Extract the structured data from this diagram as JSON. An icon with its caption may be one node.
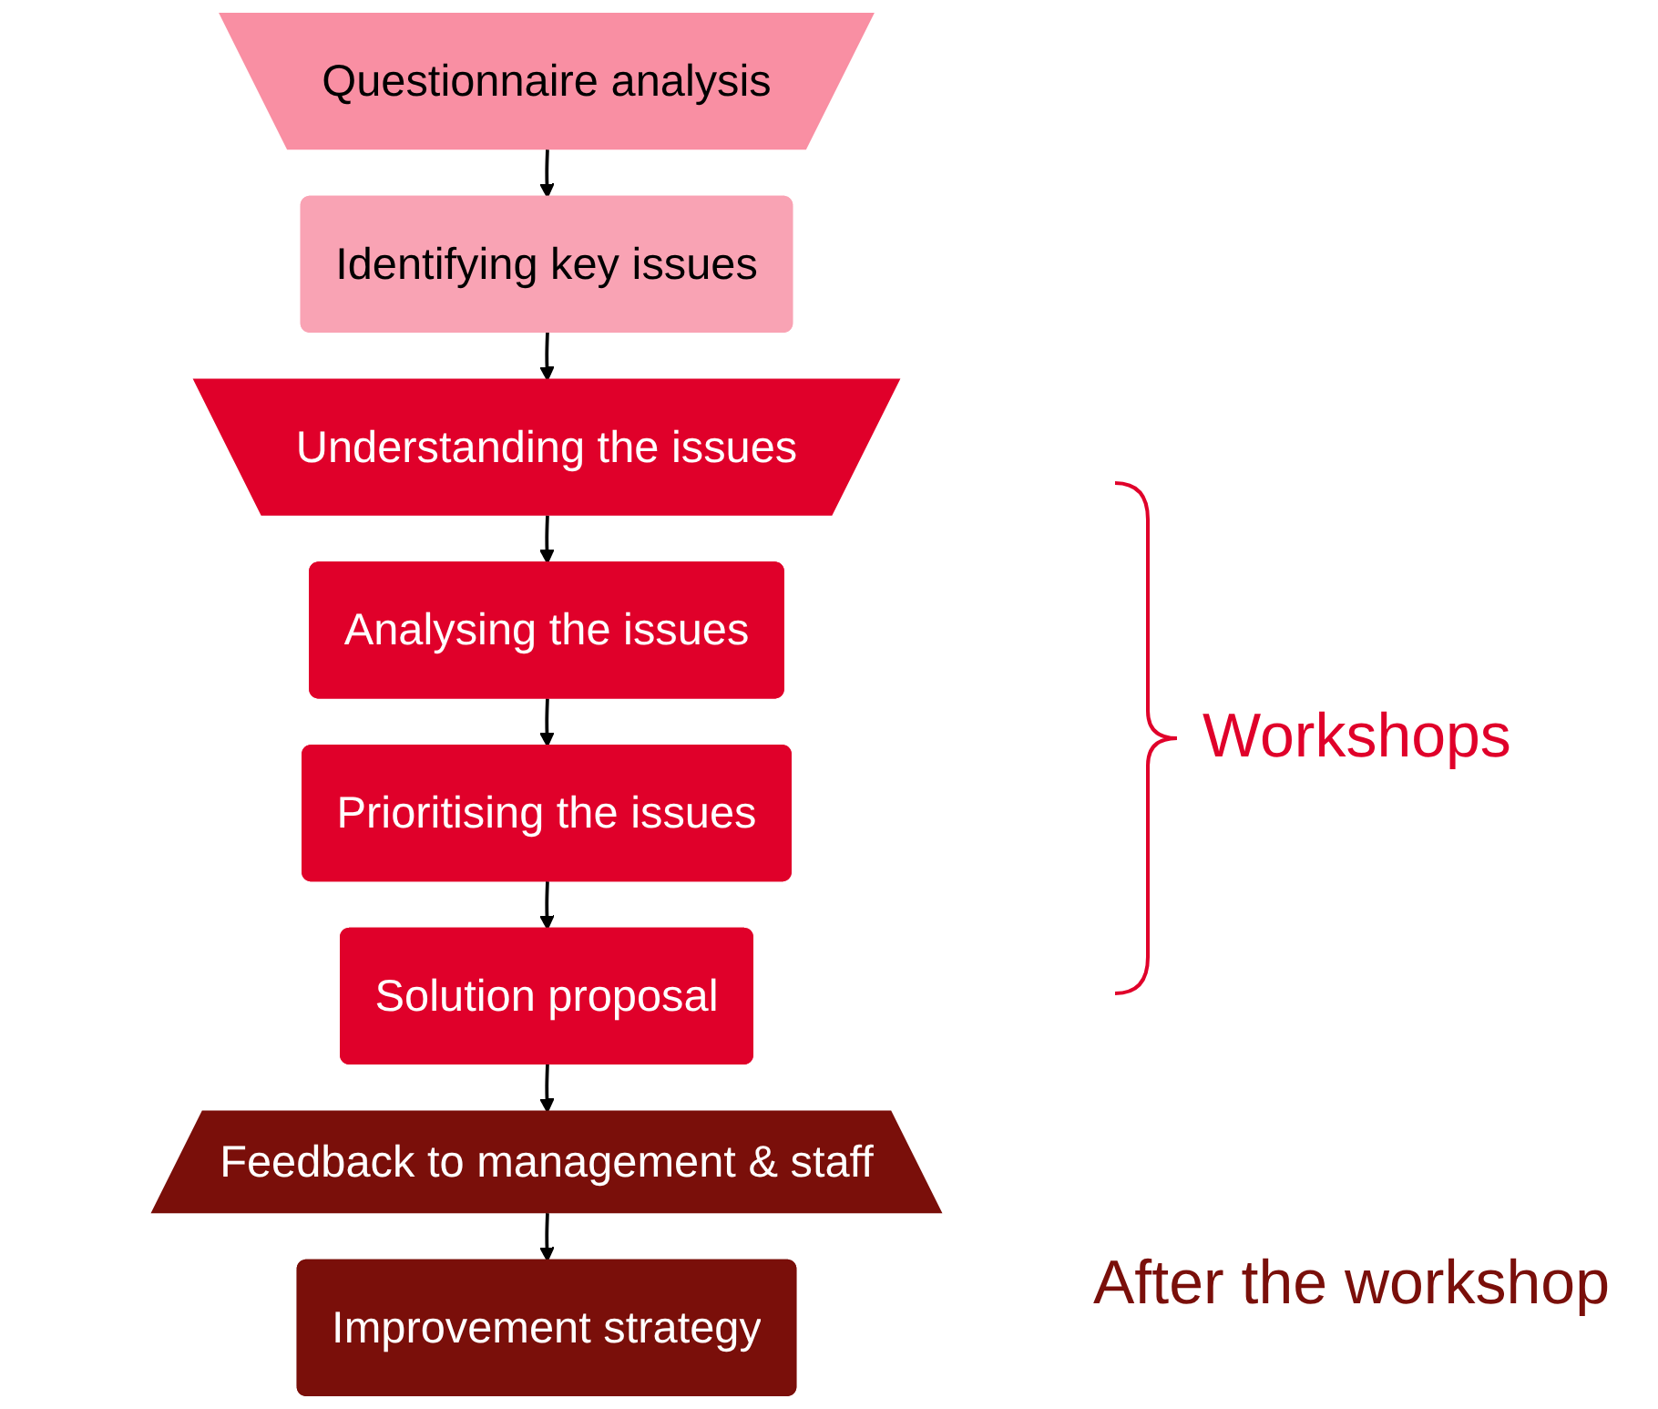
{
  "diagram": {
    "nodes": [
      {
        "text": [
          "Questionnaire analysis"
        ]
      },
      {
        "text": [
          "Identifying key issues"
        ]
      },
      {
        "text": [
          "Understanding the issues"
        ]
      },
      {
        "text": [
          "Analysing the issues"
        ]
      },
      {
        "text": [
          "Prioritising the issues"
        ]
      },
      {
        "text": [
          "Solution proposal"
        ]
      },
      {
        "text": [
          "Feedback to management & staff"
        ]
      },
      {
        "text": [
          "Improvement strategy"
        ]
      }
    ],
    "edges": [
      {
        "from": 0,
        "to": 1,
        "arrow": "to"
      },
      {
        "from": 1,
        "to": 2,
        "arrow": "to"
      },
      {
        "from": 2,
        "to": 3,
        "arrow": "to"
      },
      {
        "from": 3,
        "to": 4,
        "arrow": "to"
      },
      {
        "from": 4,
        "to": 5,
        "arrow": "to"
      },
      {
        "from": 5,
        "to": 6,
        "arrow": "to"
      },
      {
        "from": 6,
        "to": 7,
        "arrow": "to"
      }
    ],
    "labels": [
      "Workshops",
      "After the workshop"
    ]
  }
}
